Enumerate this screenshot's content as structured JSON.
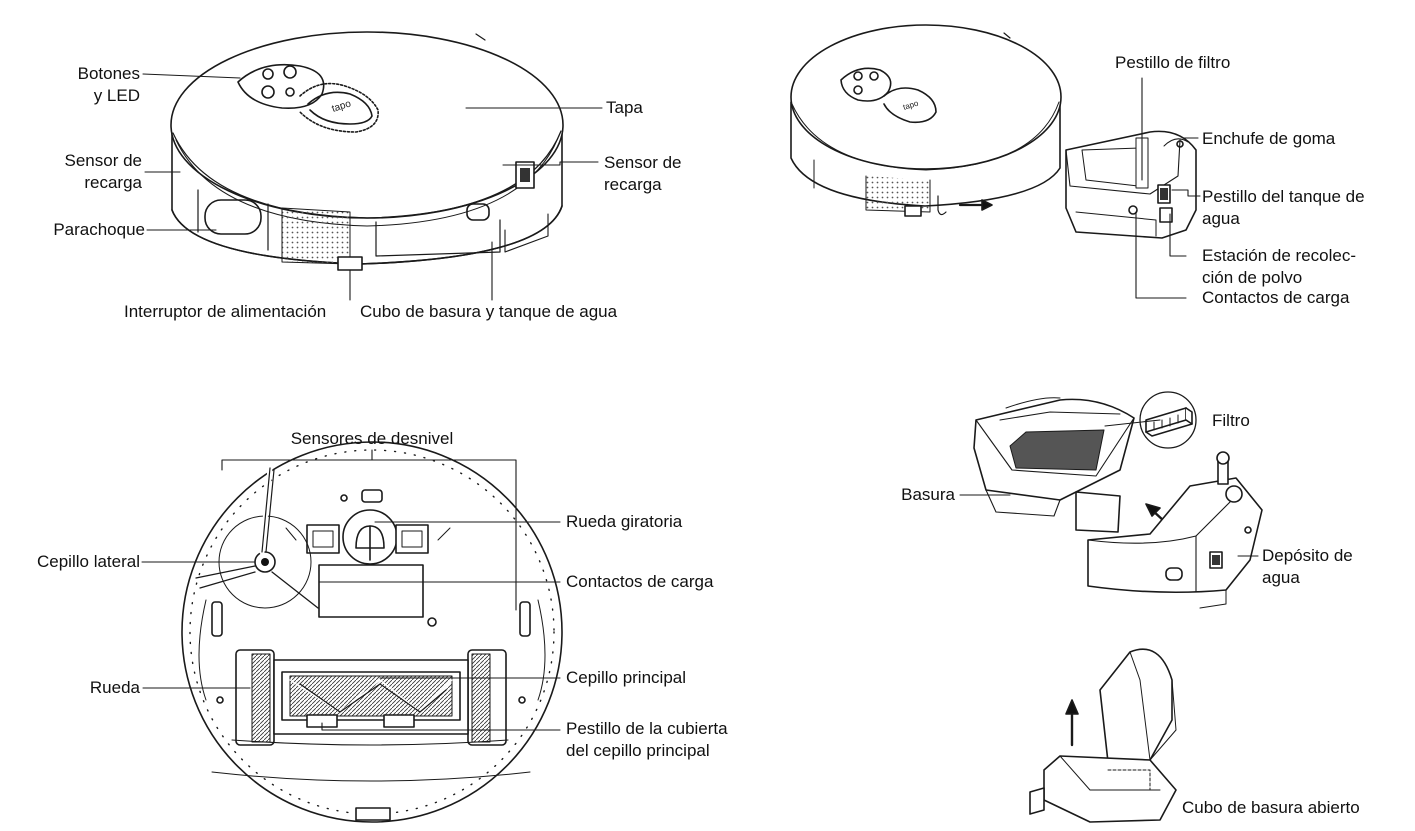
{
  "diagram": {
    "top_left": {
      "botones": [
        "Botones",
        "y LED"
      ],
      "sensor_left": [
        "Sensor de",
        "recarga"
      ],
      "parachoque": "Parachoque",
      "tapa": "Tapa",
      "sensor_right": [
        "Sensor de",
        "recarga"
      ],
      "interruptor": "Interruptor de alimentación",
      "cubo": "Cubo de basura y tanque de agua"
    },
    "top_right": {
      "pestillo_filtro": "Pestillo de filtro",
      "enchufe": "Enchufe de goma",
      "pestillo_tanque": [
        "Pestillo del tanque de",
        "agua"
      ],
      "estacion": [
        "Estación de recolec-",
        "ción de polvo"
      ],
      "contactos": "Contactos de carga"
    },
    "bottom_left": {
      "sensores_desnivel": "Sensores de desnivel",
      "rueda_giratoria": "Rueda giratoria",
      "cepillo_lateral": "Cepillo lateral",
      "contactos": "Contactos de carga",
      "rueda": "Rueda",
      "cepillo_principal": "Cepillo principal",
      "pestillo_cubierta": [
        "Pestillo de la cubierta",
        "del cepillo principal"
      ]
    },
    "bottom_right": {
      "filtro": "Filtro",
      "basura": "Basura",
      "deposito": [
        "Depósito de",
        "agua"
      ],
      "cubo_abierto": "Cubo de basura abierto"
    }
  }
}
